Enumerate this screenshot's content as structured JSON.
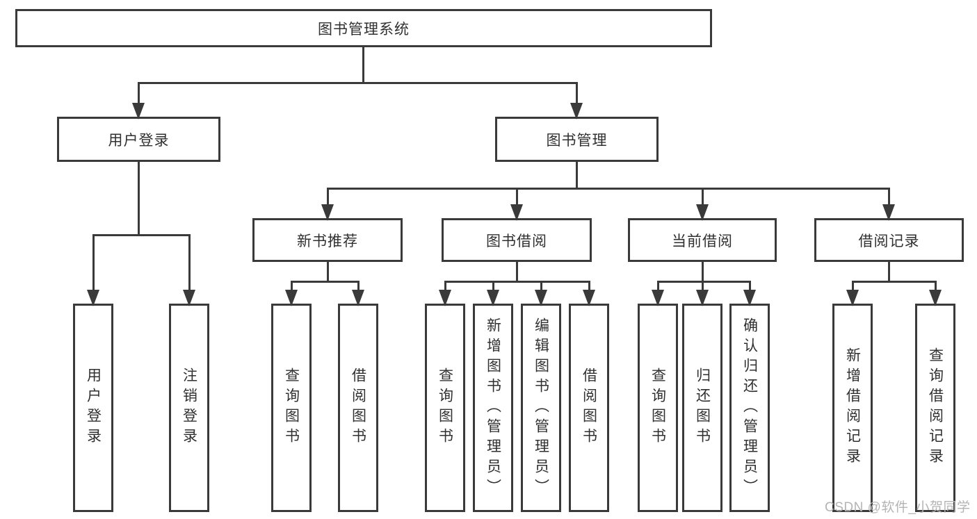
{
  "diagram": {
    "type": "functional-structure-tree",
    "tree": {
      "root": {
        "label": "图书管理系统",
        "children": {
          "user_login": {
            "label": "用户登录",
            "children": {
              "login": {
                "label": "用户登录"
              },
              "logout": {
                "label": "注销登录"
              }
            }
          },
          "book_mgmt": {
            "label": "图书管理",
            "children": {
              "new_books": {
                "label": "新书推荐",
                "children": {
                  "query_books": {
                    "label": "查询图书"
                  },
                  "borrow_books": {
                    "label": "借阅图书"
                  }
                }
              },
              "book_borrow": {
                "label": "图书借阅",
                "children": {
                  "query_books": {
                    "label": "查询图书"
                  },
                  "add_books": {
                    "label": "新增图书（管理员）"
                  },
                  "edit_books": {
                    "label": "编辑图书（管理员）"
                  },
                  "borrow_books": {
                    "label": "借阅图书"
                  }
                }
              },
              "current_borrow": {
                "label": "当前借阅",
                "children": {
                  "query_books": {
                    "label": "查询图书"
                  },
                  "return_books": {
                    "label": "归还图书"
                  },
                  "confirm_return": {
                    "label": "确认归还（管理员）"
                  }
                }
              },
              "borrow_records": {
                "label": "借阅记录",
                "children": {
                  "add_record": {
                    "label": "新增借阅记录"
                  },
                  "query_record": {
                    "label": "查询借阅记录"
                  }
                }
              }
            }
          }
        }
      }
    },
    "colors": {
      "line": "#3a3a3a",
      "box_border": "#3a3a3a",
      "box_fill": "#ffffff",
      "text": "#303030",
      "watermark": "#b4b4b4",
      "background": "#ffffff"
    }
  },
  "watermark": {
    "text": "CSDN @软件_小贺同学"
  }
}
